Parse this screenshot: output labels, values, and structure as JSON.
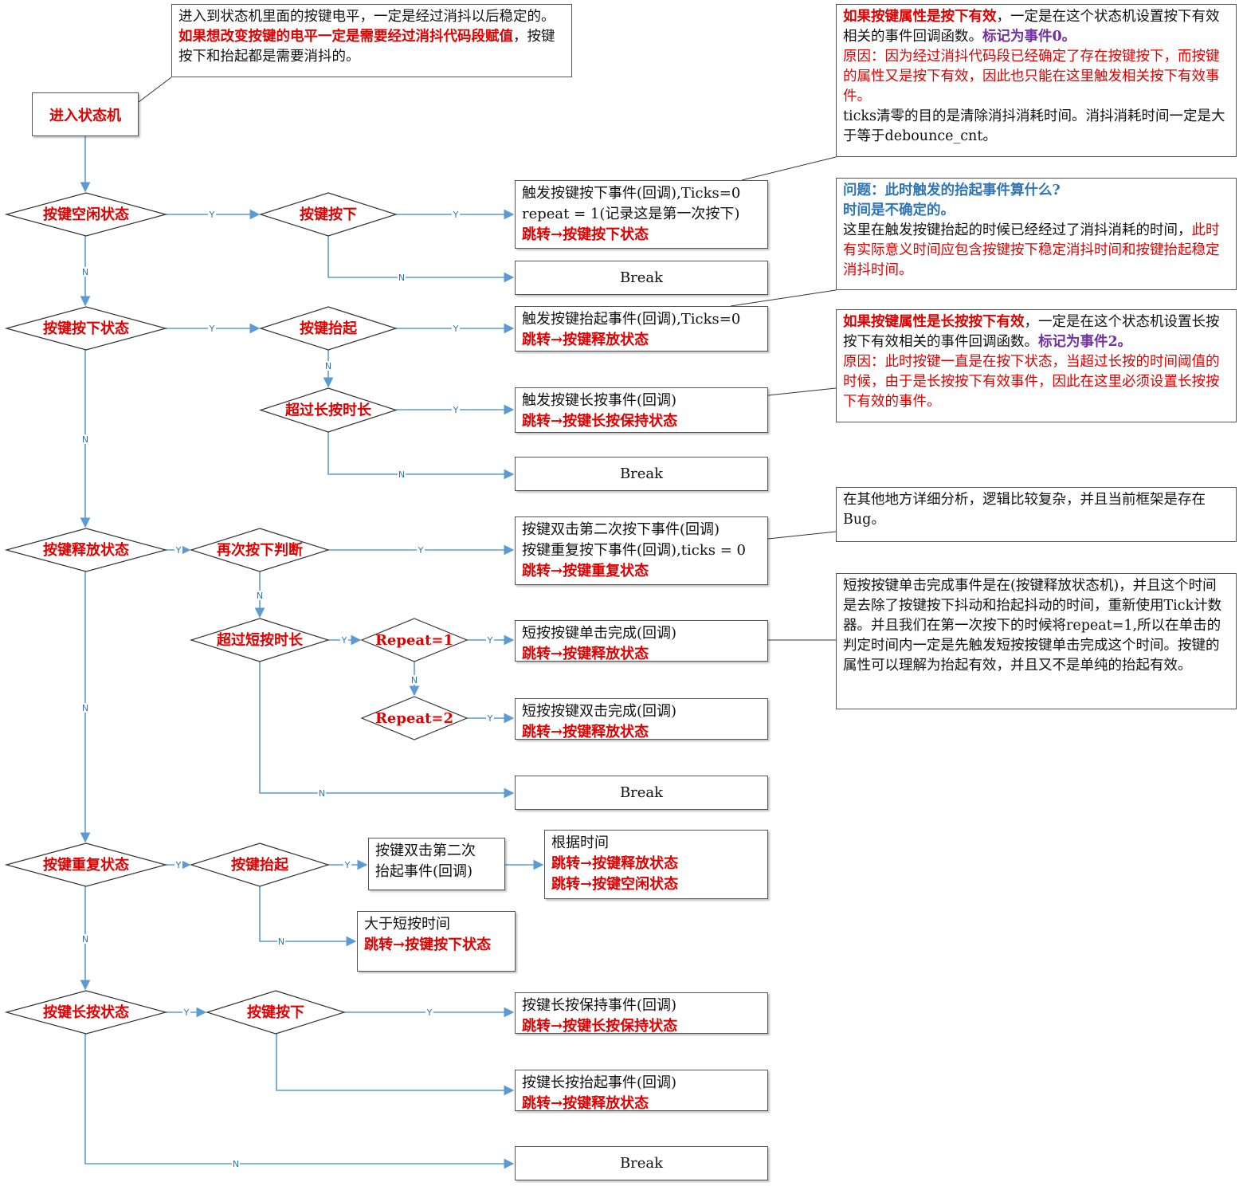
{
  "start": "进入状态机",
  "decisions": {
    "d_idle": "按键空闲状态",
    "d_down1": "按键按下",
    "d_press": "按键按下状态",
    "d_up1": "按键抬起",
    "d_long": "超过长按时长",
    "d_release": "按键释放状态",
    "d_again": "再次按下判断",
    "d_short": "超过短按时长",
    "d_rep1": "Repeat=1",
    "d_rep2": "Repeat=2",
    "d_repeat": "按键重复状态",
    "d_up2": "按键抬起",
    "d_longstate": "按键长按状态",
    "d_down2": "按键按下"
  },
  "edge_labels": {
    "yes": "Y",
    "no": "N"
  },
  "boxes": {
    "b1": {
      "l1": "触发按键按下事件(回调),Ticks=0",
      "l2": "repeat = 1(记录这是第一次按下)",
      "l3": "跳转→按键按下状态"
    },
    "break1": "Break",
    "b2": {
      "l1": "触发按键抬起事件(回调),Ticks=0",
      "l2": "跳转→按键释放状态"
    },
    "b3": {
      "l1": "触发按键长按事件(回调)",
      "l2": "跳转→按键长按保持状态"
    },
    "break2": "Break",
    "b4": {
      "l1": "按键双击第二次按下事件(回调)",
      "l2": "按键重复按下事件(回调),ticks = 0",
      "l3": "跳转→按键重复状态"
    },
    "b5": {
      "l1": "短按按键单击完成(回调)",
      "l2": "跳转→按键释放状态"
    },
    "b6": {
      "l1": "短按按键双击完成(回调)",
      "l2": "跳转→按键释放状态"
    },
    "break3": "Break",
    "b7": {
      "l1": "按键双击第二次",
      "l2": "抬起事件(回调)"
    },
    "b8": {
      "l1": "根据时间",
      "l2": "跳转→按键释放状态",
      "l3": "跳转→按键空闲状态"
    },
    "b9": {
      "l1": "大于短按时间",
      "l2": "跳转→按键按下状态"
    },
    "b10": {
      "l1": "按键长按保持事件(回调)",
      "l2": "跳转→按键长按保持状态"
    },
    "b11": {
      "l1": "按键长按抬起事件(回调)",
      "l2": "跳转→按键释放状态"
    },
    "break4": "Break"
  },
  "notes": {
    "n_top": {
      "p1": "进入到状态机里面的按键电平，一定是经过消抖以后稳定的。",
      "p2": "如果想改变按键的电平一定是需要经过消抖代码段赋值",
      "p3": "，按键按下和抬起都是需要消抖的。"
    },
    "n1": {
      "p1": "如果按键属性是按下有效",
      "p2": "，一定是在这个状态机设置按下有效相关的事件回调函数。",
      "p3": "标记为事件0。",
      "p4": "原因：因为经过消抖代码段已经确定了存在按键按下，而按键的属性又是按下有效，因此也只能在这里触发相关按下有效事件。",
      "p5": "ticks清零的目的是清除消抖消耗时间。消抖消耗时间一定是大于等于debounce_cnt。"
    },
    "n2": {
      "p1": "问题：此时触发的抬起事件算什么?",
      "p2": "时间是不确定的。",
      "p3": "这里在触发按键抬起的时候已经经过了消抖消耗的时间，",
      "p4": "此时有实际意义时间应包含按键按下稳定消抖时间和按键抬起稳定消抖时间。"
    },
    "n3": {
      "p1": "如果按键属性是长按按下有效",
      "p2": "，一定是在这个状态机设置长按按下有效相关的事件回调函数。",
      "p3": "标记为事件2。",
      "p4": "原因：此时按键一直是在按下状态，当超过长按的时间阈值的时候，由于是长按按下有效事件，因此在这里必须设置长按按下有效的事件。"
    },
    "n4": "在其他地方详细分析，逻辑比较复杂，并且当前框架是存在Bug。",
    "n5": "短按按键单击完成事件是在(按键释放状态机)，并且这个时间是去除了按键按下抖动和抬起抖动的时间，重新使用Tick计数器。并且我们在第一次按下的时候将repeat=1,所以在单击的判定时间内一定是先触发短按按键单击完成这个时间。按键的属性可以理解为抬起有效，并且又不是单纯的抬起有效。"
  },
  "colors": {
    "line": "#5b9bd5",
    "label": "#2e75b6",
    "emphasis": "#e00000",
    "purple": "#7030a0",
    "border": "#555555"
  }
}
